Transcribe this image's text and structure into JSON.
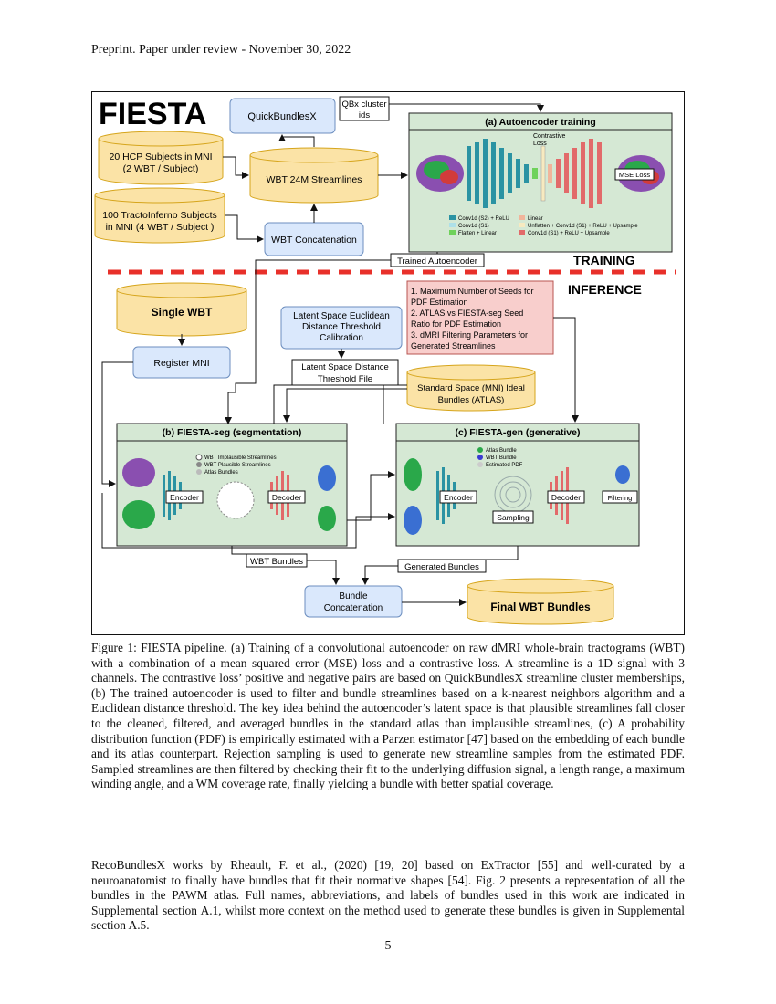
{
  "header": {
    "running_title": "Preprint. Paper under review - November 30, 2022"
  },
  "figure": {
    "logo": "FIESTA",
    "quickbundles": "QuickBundlesX",
    "qbx_ids": [
      "QBx cluster",
      "ids"
    ],
    "hcp": [
      "20 HCP Subjects in MNI",
      "(2 WBT / Subject)"
    ],
    "tractoinferno": [
      "100 TractoInferno Subjects",
      "in MNI (4 WBT / Subject )"
    ],
    "wbt_24m": "WBT 24M Streamlines",
    "wbt_concat": "WBT Concatenation",
    "autoencoder_title": "(a) Autoencoder training",
    "contrastive_loss": [
      "Contrastive",
      "Loss"
    ],
    "mse_loss": "MSE Loss",
    "ae_legend": [
      "Conv1d (S2) + ReLU",
      "Conv1d (S1)",
      "Flatten + Linear",
      "Linear",
      "Unflatten + Conv1d (S1) + ReLU + Upsample",
      "Conv1d (S1) + ReLU + Upsample"
    ],
    "trained_autoencoder": "Trained Autoencoder",
    "training": "TRAINING",
    "inference": "INFERENCE",
    "single_wbt": "Single WBT",
    "register_mni": "Register MNI",
    "latent_calibration": [
      "Latent Space Euclidean",
      "Distance Threshold",
      "Calibration"
    ],
    "threshold_file": [
      "Latent Space Distance",
      "Threshold File"
    ],
    "pdf_params": [
      "1. Maximum Number of Seeds for",
      "PDF Estimation",
      "2. ATLAS vs FIESTA-seg Seed",
      "Ratio for PDF Estimation",
      "3. dMRI Filtering Parameters for",
      "Generated Streamlines"
    ],
    "atlas_db": [
      "Standard Space (MNI) Ideal",
      "Bundles (ATLAS)"
    ],
    "seg_title": "(b) FIESTA-seg (segmentation)",
    "gen_title": "(c) FIESTA-gen (generative)",
    "encoder": "Encoder",
    "decoder": "Decoder",
    "seg_legend": [
      "WBT Implausible Streamlines",
      "WBT Plausible Streamlines",
      "Atlas Bundles"
    ],
    "gen_legend": [
      "Atlas Bundle",
      "WBT Bundle",
      "Estimated PDF"
    ],
    "sampling": "Sampling",
    "filtering": "Filtering",
    "wbt_bundles": "WBT Bundles",
    "generated_bundles": "Generated Bundles",
    "bundle_concat": [
      "Bundle",
      "Concatenation"
    ],
    "final_bundles": "Final WBT Bundles",
    "colors": {
      "blue_box": "#dae8fc",
      "blue_border": "#6c8ebf",
      "yellow_db": "#fbe3a6",
      "yellow_border": "#d6a51c",
      "green_panel": "#d5e8d4",
      "red_box": "#f8cecc",
      "dash": "#e8302a"
    }
  },
  "caption": "Figure 1: FIESTA pipeline. (a) Training of a convolutional autoencoder on raw dMRI whole-brain tractograms (WBT) with a combination of a mean squared error (MSE) loss and a contrastive loss. A streamline is a 1D signal with 3 channels. The contrastive loss’ positive and negative pairs are based on QuickBundlesX streamline cluster memberships, (b) The trained autoencoder is used to filter and bundle streamlines based on a k-nearest neighbors algorithm and a Euclidean distance threshold. The key idea behind the autoencoder’s latent space is that plausible streamlines fall closer to the cleaned, filtered, and averaged bundles in the standard atlas than implausible streamlines, (c) A probability distribution function (PDF) is empirically estimated with a Parzen estimator [47] based on the embedding of each bundle and its atlas counterpart. Rejection sampling is used to generate new streamline samples from the estimated PDF. Sampled streamlines are then filtered by checking their fit to the underlying diffusion signal, a length range, a maximum winding angle, and a WM coverage rate, finally yielding a bundle with better spatial coverage.",
  "body": "RecoBundlesX works by Rheault, F. et al., (2020) [19, 20] based on ExTractor [55] and well-curated by a neuroanatomist to finally have bundles that fit their normative shapes [54]. Fig. 2 presents a representation of all the bundles in the PAWM atlas. Full names, abbreviations, and labels of bundles used in this work are indicated in Supplemental section A.1, whilst more context on the method used to generate these bundles is given in Supplemental section A.5.",
  "page_number": "5"
}
